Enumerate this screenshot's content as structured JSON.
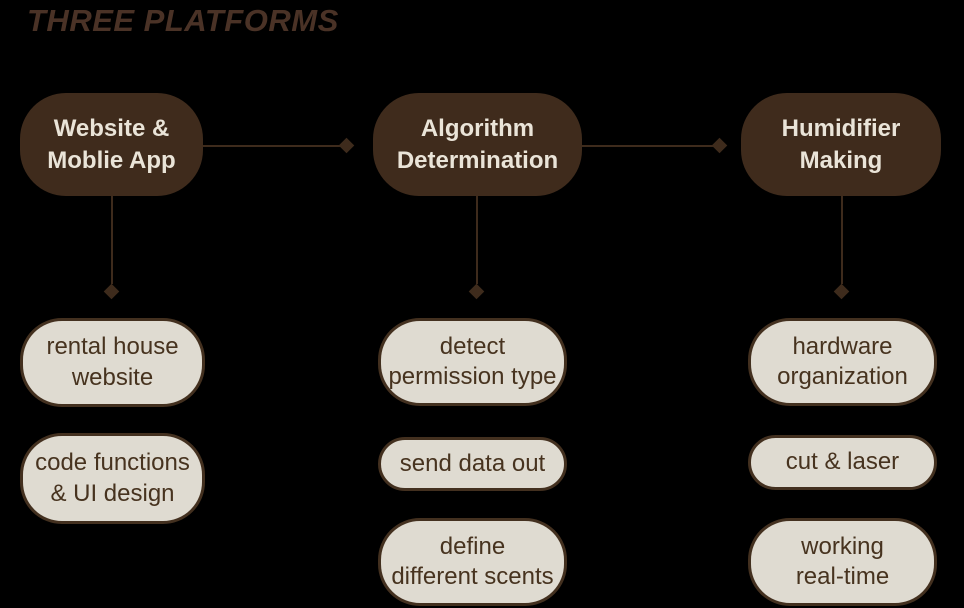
{
  "title": "THREE PLATFORMS",
  "colors": {
    "background": "#000000",
    "title_text": "#4A3226",
    "dark_box": "#3F2B1C",
    "dark_box_text": "#EAE4D8",
    "light_box_fill": "#DFDBD1",
    "light_box_border": "#43301F",
    "light_box_text": "#47331F",
    "connector": "#3E2B1C"
  },
  "columns": [
    {
      "header": "Website &\nMoblie App",
      "children": [
        "rental house\nwebsite",
        "code functions\n& UI design"
      ]
    },
    {
      "header": "Algorithm\nDetermination",
      "children": [
        "detect\npermission type",
        "send data out",
        "define\ndifferent scents"
      ]
    },
    {
      "header": "Humidifier\nMaking",
      "children": [
        "hardware\norganization",
        "cut & laser",
        "working\nreal-time"
      ]
    }
  ]
}
